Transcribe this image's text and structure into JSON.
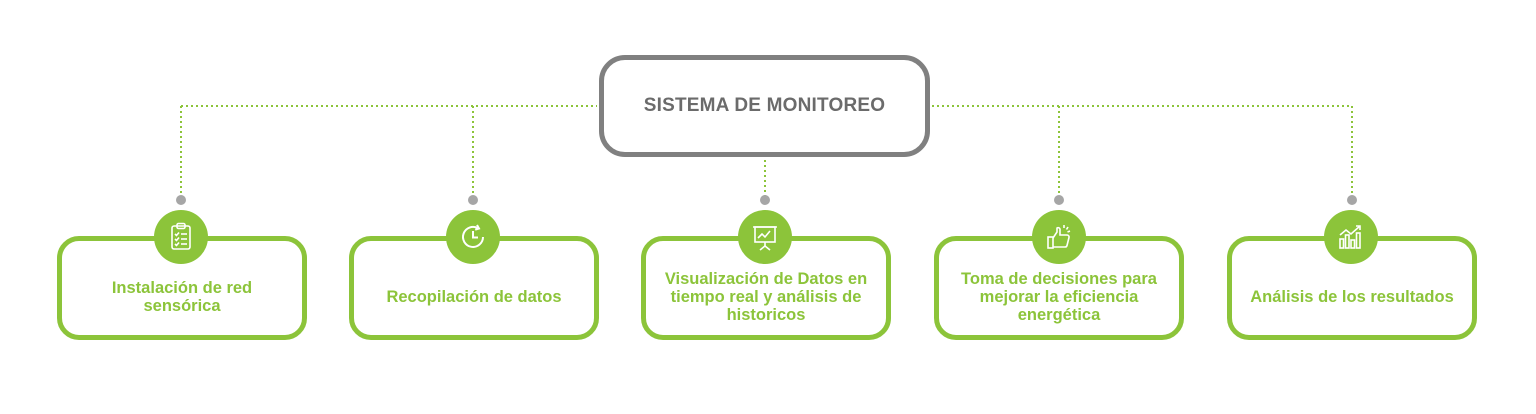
{
  "root": {
    "title": "SISTEMA DE MONITOREO"
  },
  "steps": [
    {
      "label": "Instalación de red sensórica",
      "icon": "clipboard-checklist-icon"
    },
    {
      "label": "Recopilación de datos",
      "icon": "clock-cycle-icon"
    },
    {
      "label": "Visualización de Datos en tiempo real y análisis de historicos",
      "icon": "presentation-chart-icon"
    },
    {
      "label": "Toma de decisiones para mejorar la eficiencia energética",
      "icon": "thumbs-up-icon"
    },
    {
      "label": "Análisis de los resultados",
      "icon": "bar-chart-trend-icon"
    }
  ],
  "colors": {
    "accent": "#8cc43a",
    "root_border": "#808080",
    "root_text": "#6b6b6b",
    "connector_dot": "#a6a6a6"
  }
}
